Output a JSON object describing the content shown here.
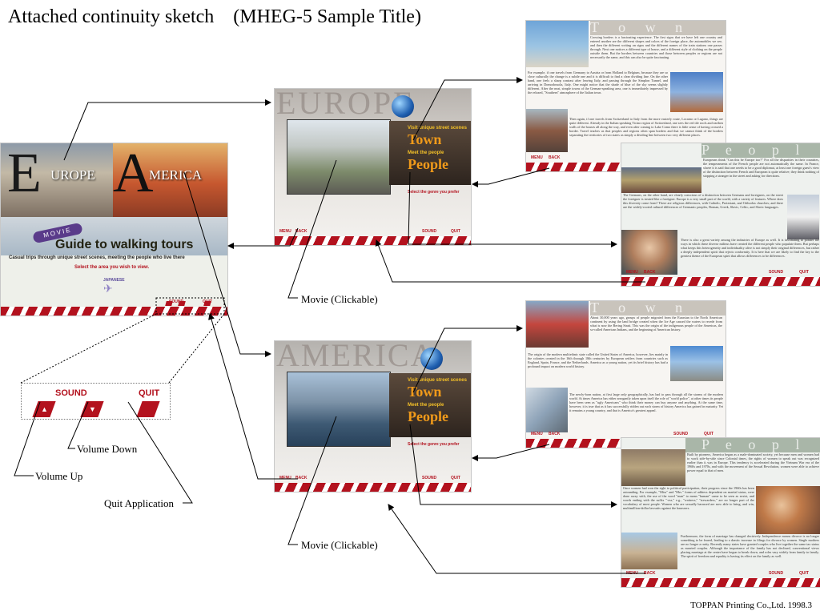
{
  "title": "Attached continuity sketch (MHEG-5 Sample Title)",
  "footer": "TOPPAN Printing Co.,Ltd. 1998.3",
  "labels": {
    "movie_top": "Movie (Clickable)",
    "movie_bottom": "Movie (Clickable)",
    "volume_down": "Volume Down",
    "volume_up": "Volume Up",
    "quit_app": "Quit Application"
  },
  "title_screen": {
    "europe_letter": "E",
    "europe": "UROPE",
    "america_letter": "A",
    "america": "MERICA",
    "movie": "MOVIE",
    "guide": "Guide to walking tours",
    "tagline": "Casual trips through unique street scenes, meeting the people who live there",
    "select": "Select the area you wish to view.",
    "japanese": "JAPANESE",
    "sound": "SOUND",
    "quit": "QUIT"
  },
  "zoom": {
    "sound": "SOUND",
    "quit": "QUIT"
  },
  "menu_screen": {
    "europe_bg": "EUROPE",
    "america_bg": "AMERICA",
    "visit": "Visit unique street scenes",
    "town": "Town",
    "meet": "Meet the people",
    "people": "People",
    "select_genre": "Select the genre you prefer",
    "menu": "MENU",
    "back": "BACK",
    "sound": "SOUND",
    "quit": "QUIT"
  },
  "detail": {
    "town": "T o w n",
    "people": "P e o p l e",
    "menu": "MENU",
    "back": "BACK",
    "sound": "SOUND",
    "quit": "QUIT"
  },
  "texts": {
    "eu_town_1": "Crossing borders is a fascinating experience. The first signs that we have left one country and entered another are the different shapes and colors of the foreign place, the automobiles we see, and then the different writing on signs and the different names of the train stations one passes through. Next one notices a different type of house, and a different style of clothing on the people outside them. But the borders between countries and those between peoples or regions are not necessarily the same, and this can also be quite fascinating.",
    "eu_town_2": "For example, if one travels from Germany to Austria or from Holland to Belgium, because they are so close culturally the change is a subtle one and it is difficult to find a clear dividing line. On the other hand, one feels a sharp contrast after leaving Italy, and passing through the Simplon Tunnel, and arriving in Domodossola, Italy. One might notice that the shade of blue of the sky seems slightly different. After the neat, simple towns of the German-speaking area, one is immediately impressed by the relaxed, \"Southern\" atmosphere of the Italian town.",
    "eu_town_3": "Then again, if one travels from Switzerland to Italy from the more easterly route, Locarno or Lugano, things are quite different. Already in the Italian speaking Ticino region of Switzerland, one sees the red tile roofs and earthen walls of the houses all along the way, and even after coming to Lake Como there is little sense of having crossed a border. Travel teaches us that peoples and regions often span borders and that we cannot think of the borders separating the territories of two states as simply a dividing line between two very different places.",
    "eu_people_1": "Europeans think \"Can this be Europe too?\" For all the disparities in their countries, the temperaments of the French people are not automatically the same. In France, where it is said that one needs to be a good diplomat, at least one foreign guest's view of the distinction between French and European is quite relative; they think nothing of stopping a stranger in the street and asking for directions.",
    "eu_people_2": "The Germans, on the other hand, are clearly conscious of a distinction between Germans and foreigners, on the street the foreigner is treated like a foreigner. Europe is a very small part of the world, with a variety of features. Where does this diversity come from? There are religious differences, with Catholic, Protestant, and Orthodox churches; and there are the widely-rooted cultural differences of Germanic peoples, Roman, Greek, Slavic, Celtic, and Slavic languages.",
    "eu_people_3": "There is also a great variety among the industries of Europe as well. It is fascinating to ponder the ways in which these diverse milieus have created the different people who populate them. But perhaps what keeps this heterogeneity and individuality alive is not simply their original differences, but rather a deeply independent spirit that rejects conformity. It is here that we are likely to find the key to the greatest theme of the European spirit that allows differences to be differences.",
    "am_town_1": "About 30,000 years ago, groups of people migrated from the Eurasian to the North American continent by using the land bridge created when the Ice Age caused the waters to recede from what is now the Bering Strait. This was the origin of the indigenous people of the Americas, the so-called American Indians, and the beginning of American history.",
    "am_town_2": "The origin of the modern multiethnic state called the United States of America, however, lies mainly in the colonies created in the 16th through 18th centuries by European settlers from countries such as England, Spain, France, and the Netherlands. America as a young nation, yet its brief history has had a profound impact on modern world history.",
    "am_town_3": "The newly-born nation, at first large only geographically, has had to pass through all the storms of the modern world. At times America has either arrogantly taken upon itself the role of \"world police\", at other times its people have been seen as \"ugly Americans\" who think their money can buy anyone and anything. At the same time, however, it is true that as it has successfully ridden out each storm of history America has gained in maturity. Yet it remains a young country, and that is America's greatest appeal.",
    "am_people_1": "Built by pioneers, America began as a male-dominated society, yet because men and women had to work side-by-side since Colonial times, the rights of women to speak out was recognized earlier than it was in Europe. This tendency is accelerated during the Vietnam War era of the 1960s and 1970s, and with the movement of the Sexual Revolution, women were able to achieve power equal to that of men.",
    "am_people_2": "Once women had won the right to political participation, their progress since the 1960s has been astounding. For example, \"Miss\" and \"Mrs.\" forms of address dependent on marital status, were done away with, the use of the word \"man\" to mean \"human\" came to be seen as sexist, and words ending with the suffix \"-ess,\" e.g., \"waitress,\" \"stewardess,\" are no longer part of the vocabulary of most people. Women who are sexually harassed are now able to bring, and win, multimillion-dollar lawsuits against the harassers.",
    "am_people_3": "Furthermore, the form of marriage has changed decisively. Independence means divorce is no longer something to be feared, leading to a drastic increase in filings for divorce by women. Single mothers are no longer a rarity. Recently many states have granted couples who live together the same tax status as married couples. Although the importance of the family has not declined, conventional views placing marriage at the center have begun to break down, and roles vary widely from family to family. The spirit of freedom and equality is having its effect on the family as well."
  }
}
